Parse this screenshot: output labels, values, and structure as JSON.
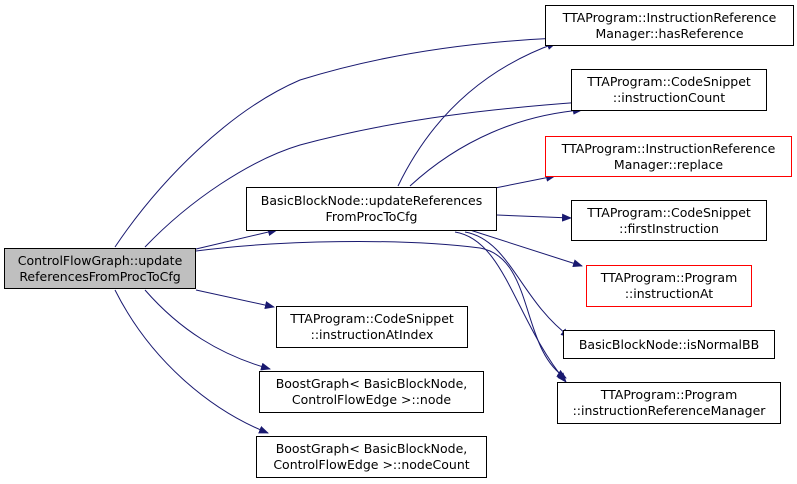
{
  "colors": {
    "edge": "#191970",
    "border": "#000000",
    "missing_border": "#ff0000",
    "root_fill": "#bfbfbf",
    "fill": "#ffffff"
  },
  "nodes": {
    "cfg_update": [
      "ControlFlowGraph::update",
      "ReferencesFromProcToCfg"
    ],
    "bbn_update": [
      "BasicBlockNode::updateReferences",
      "FromProcToCfg"
    ],
    "irm_hasref": [
      "TTAProgram::InstructionReference",
      "Manager::hasReference"
    ],
    "cs_count": [
      "TTAProgram::CodeSnippet",
      "::instructionCount"
    ],
    "irm_replace": [
      "TTAProgram::InstructionReference",
      "Manager::replace"
    ],
    "cs_first": [
      "TTAProgram::CodeSnippet",
      "::firstInstruction"
    ],
    "prog_instrat": [
      "TTAProgram::Program",
      "::instructionAt"
    ],
    "bbn_isnormal": [
      "BasicBlockNode::isNormalBB"
    ],
    "prog_irm": [
      "TTAProgram::Program",
      "::instructionReferenceManager"
    ],
    "cs_atindex": [
      "TTAProgram::CodeSnippet",
      "::instructionAtIndex"
    ],
    "bg_node": [
      "BoostGraph< BasicBlockNode,",
      "ControlFlowEdge >::node"
    ],
    "bg_count": [
      "BoostGraph< BasicBlockNode,",
      "ControlFlowEdge >::nodeCount"
    ]
  }
}
